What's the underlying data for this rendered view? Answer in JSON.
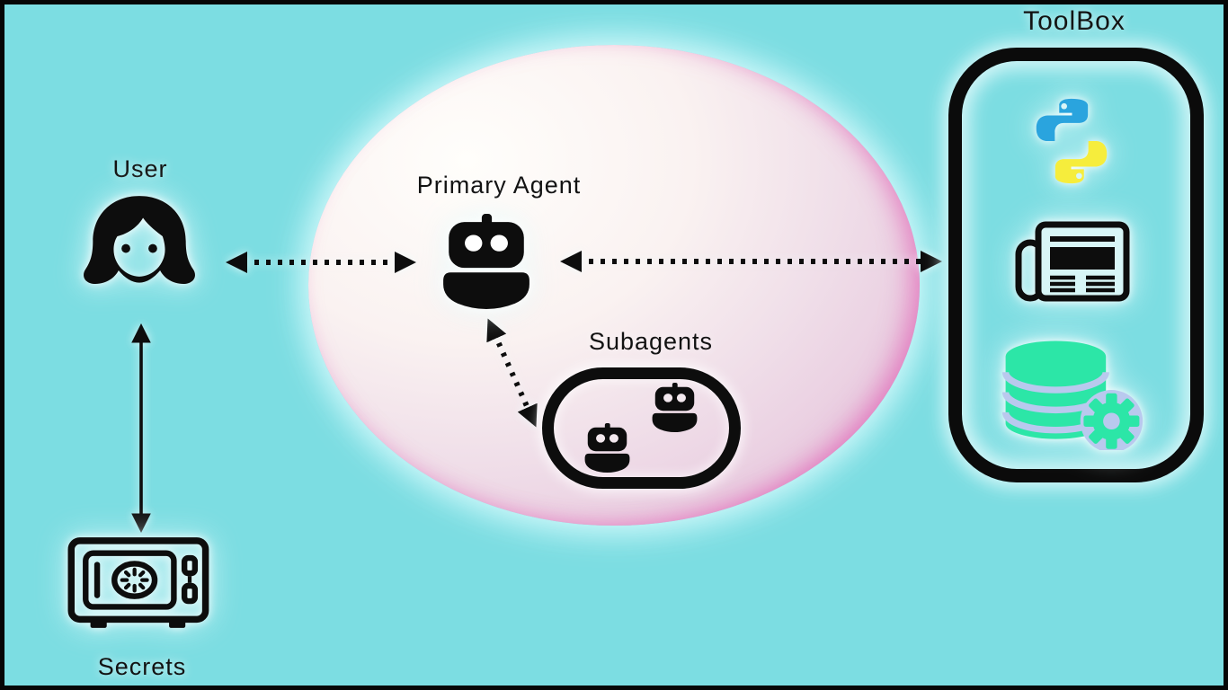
{
  "diagram": {
    "title": "Agent architecture diagram",
    "background_color": "#7cdde2",
    "frame_color": "#060606",
    "nodes": {
      "user": {
        "label": "User",
        "icon": "woman-user-icon"
      },
      "secrets": {
        "label": "Secrets",
        "icon": "safe-icon"
      },
      "primary_agent": {
        "label": "Primary Agent",
        "icon": "robot-icon"
      },
      "subagents": {
        "label": "Subagents",
        "icon": "robot-icon",
        "robot_count": 2
      },
      "toolbox": {
        "label": "ToolBox",
        "tools": [
          "python-icon",
          "newspaper-icon",
          "database-gear-icon"
        ]
      }
    },
    "connections": [
      {
        "from": "user",
        "to": "primary_agent",
        "style": "dotted",
        "bidirectional": true
      },
      {
        "from": "primary_agent",
        "to": "toolbox",
        "style": "dotted",
        "bidirectional": true
      },
      {
        "from": "primary_agent",
        "to": "subagents",
        "style": "dotted",
        "bidirectional": true
      },
      {
        "from": "user",
        "to": "secrets",
        "style": "solid",
        "bidirectional": true
      }
    ],
    "colors": {
      "ink": "#0d0d0d",
      "ellipse_highlight": "#fffefb",
      "ellipse_pink": "#e3bcda",
      "ellipse_rim": "#e05fb4",
      "python_blue": "#2aa4de",
      "python_yellow": "#f6ed3c",
      "database_teal": "#2ce6a7",
      "database_divider": "#b9c9ee",
      "glow": "#eafcfd"
    }
  }
}
